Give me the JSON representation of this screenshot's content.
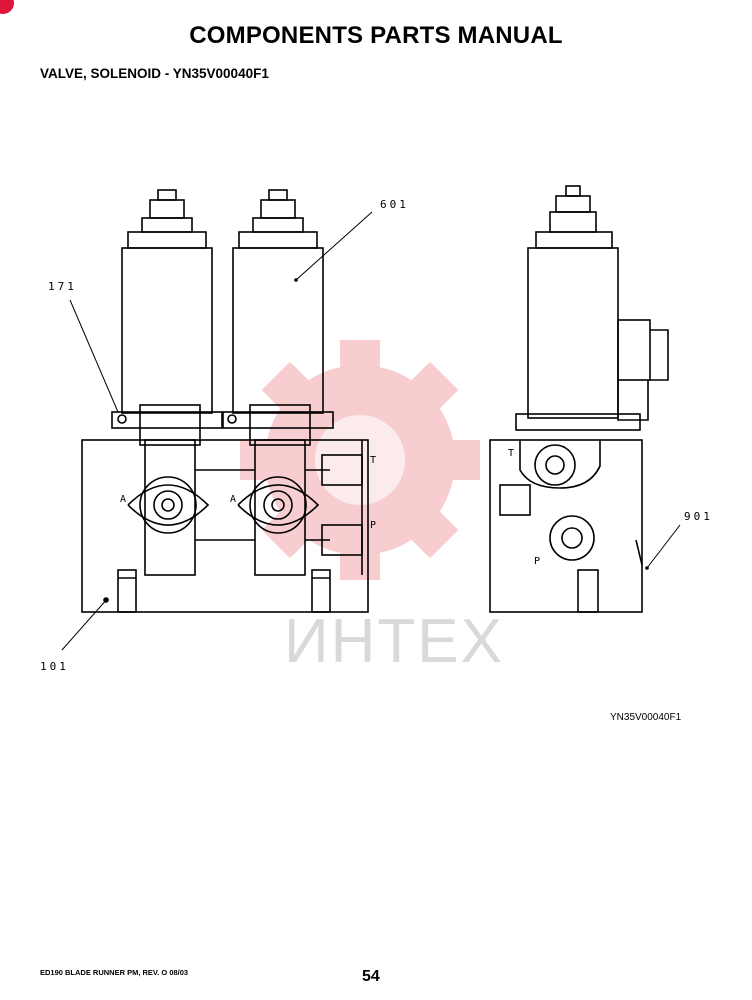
{
  "header": {
    "title": "COMPONENTS PARTS MANUAL",
    "subtitle": "VALVE, SOLENOID - YN35V00040F1"
  },
  "callouts": {
    "c601": "601",
    "c171": "171",
    "c901": "901",
    "c101": "101"
  },
  "port_labels": {
    "t": "T",
    "p": "P",
    "a": "A"
  },
  "drawing_id": "YN35V00040F1",
  "watermark": "ИНТЕХ",
  "footer": {
    "manual": "ED190 BLADE RUNNER PM, REV. O 08/03",
    "page": "54"
  },
  "colors": {
    "watermark_red": "#e8505a",
    "line": "#000000"
  }
}
